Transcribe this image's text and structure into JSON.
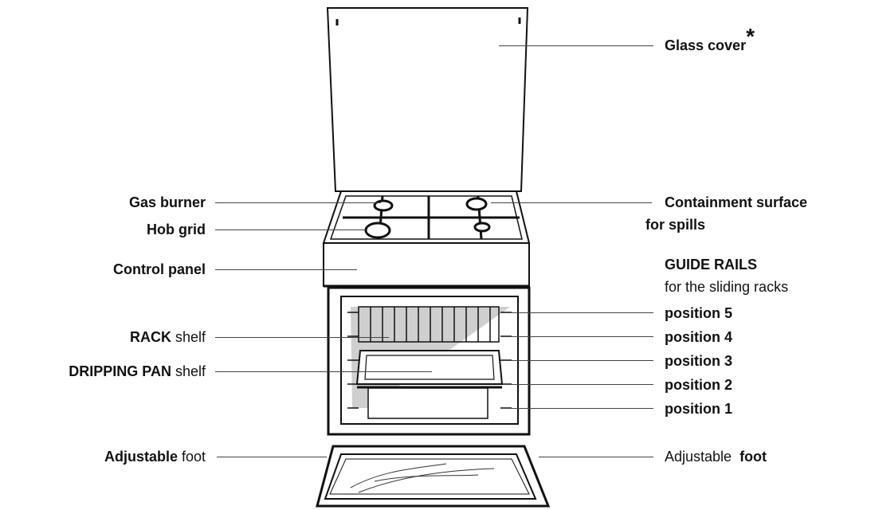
{
  "labels": {
    "glass_cover": "Glass cover",
    "glass_cover_mark": "*",
    "gas_burner": "Gas burner",
    "hob_grid": "Hob grid",
    "control_panel": "Control panel",
    "rack_bold": "RACK",
    "rack_rest": " shelf",
    "dripping_bold": "DRIPPING PAN",
    "dripping_rest": " shelf",
    "adj_left_bold": "Adjustable",
    "adj_left_rest": " foot",
    "containment_line1": "Containment surface",
    "containment_line2": "for  spills",
    "guide_rails": "GUIDE RAILS",
    "guide_rails_sub": "for the sliding racks",
    "position5": "position 5",
    "position4": "position 4",
    "position3": "position 3",
    "position2": "position 2",
    "position1": "position 1",
    "adj_right_rest": "Adjustable  ",
    "adj_right_bold": "foot"
  },
  "colors": {
    "line": "#111111",
    "leader": "#444444",
    "shadow": "#c8c8c8"
  }
}
